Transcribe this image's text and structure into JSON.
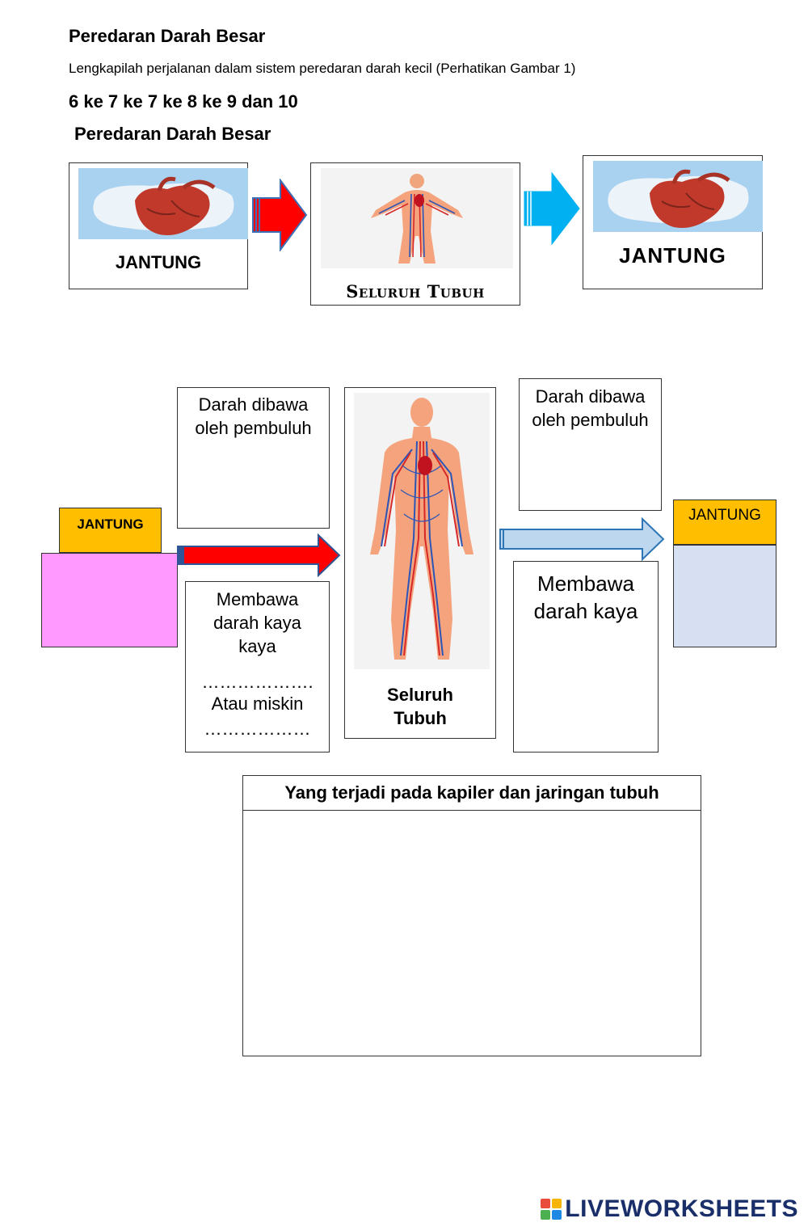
{
  "header": {
    "title": "Peredaran Darah Besar",
    "instruction": "Lengkapilah perjalanan dalam sistem peredaran darah kecil (Perhatikan Gambar 1)",
    "sequence": "6 ke 7 ke 7 ke 8 ke 9 dan 10",
    "subtitle": "Peredaran Darah Besar"
  },
  "top_flow": {
    "heart_left_label": "JANTUNG",
    "body_label": "Seluruh Tubuh",
    "heart_right_label": "JANTUNG"
  },
  "main_flow": {
    "heart_left_label": "JANTUNG",
    "carried_left_text": "Darah dibawa oleh pembuluh",
    "carries_left_line1": "Membawa darah kaya kaya",
    "carries_left_dots1": "……………….",
    "carries_left_line2": "Atau miskin",
    "carries_left_dots2": "………………",
    "body_label_line1": "Seluruh",
    "body_label_line2": "Tubuh",
    "carried_right_text": "Darah dibawa oleh pembuluh",
    "carries_right_text": "Membawa darah kaya",
    "heart_right_label": "JANTUNG"
  },
  "capillary_table": {
    "header": "Yang terjadi pada kapiler dan jaringan tubuh"
  },
  "brand": {
    "logo_text": "LIVEWORKSHEETS",
    "colors": [
      "#e94b3c",
      "#f7b500",
      "#4caf50",
      "#1e88e5"
    ]
  }
}
